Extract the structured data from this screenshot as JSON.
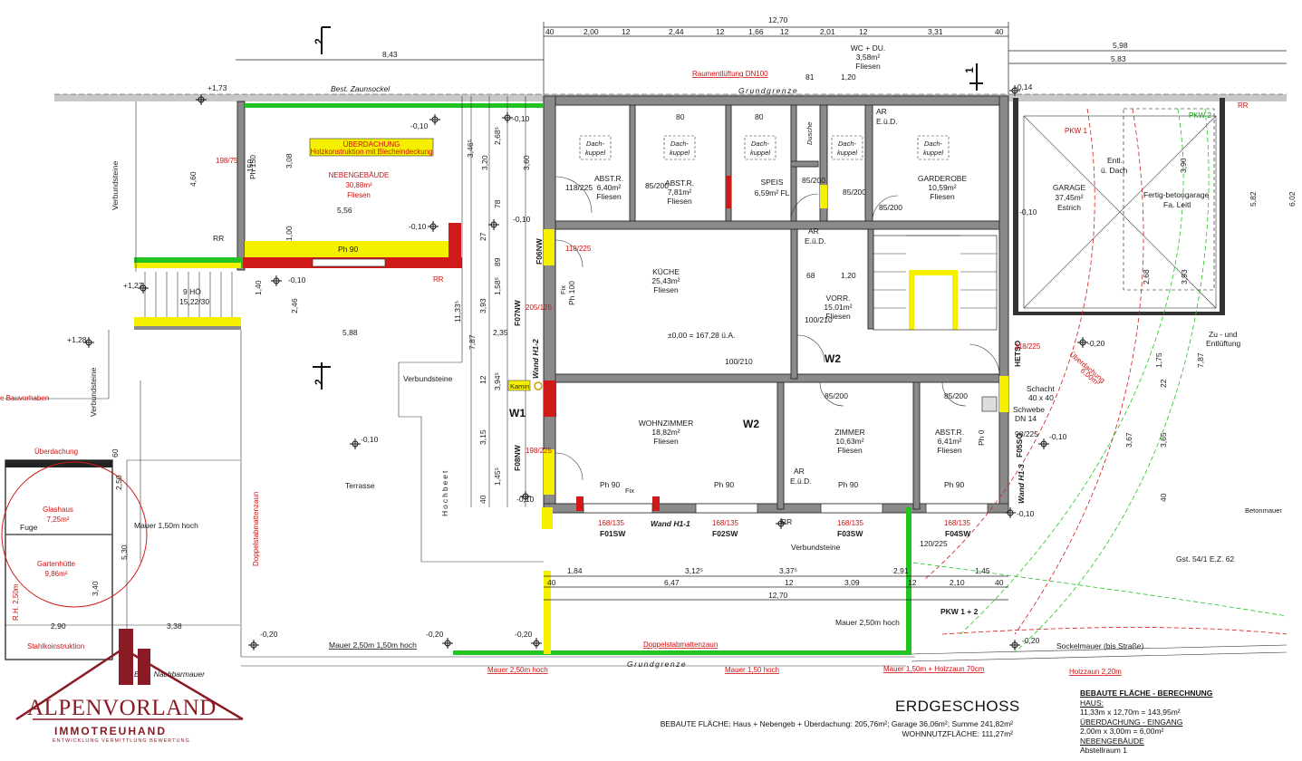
{
  "floor": {
    "title": "ERDGESCHOSS",
    "bebaute_flaeche": "BEBAUTE FLÄCHE: Haus + Nebengeb + Überdachung: 205,76m²; Garage 36,06m²; Summe 241,82m²",
    "wohnnutzflaeche": "WOHNNUTZFLÄCHE: 111,27m²"
  },
  "calculation": {
    "heading": "BEBAUTE FLÄCHE - BERECHNUNG",
    "haus_label": "HAUS:",
    "haus_value": "11,33m x 12,70m = 143,95m²",
    "ueberdachung_label": "ÜBERDACHUNG - EINGANG",
    "ueberdachung_value": "2,00m x 3,00m = 6,00m²",
    "nebengebaeude_label": "NEBENGEBÄUDE",
    "abstellraum_label": "Abstellraum 1"
  },
  "logo": {
    "name": "ALPENVORLAND",
    "sub": "IMMOTREUHAND",
    "tagline": "ENTWICKLUNG VERMITTLUNG BEWERTUNG"
  },
  "rooms": {
    "wc": [
      "WC + DU.",
      "3,58m²",
      "Fliesen"
    ],
    "abst1": [
      "ABST.R.",
      "6,40m²",
      "Fliesen"
    ],
    "abst2": [
      "ABST.R.",
      "7,81m²",
      "Fliesen"
    ],
    "speis": [
      "SPEIS",
      "6,59m²  FL"
    ],
    "garderobe": [
      "GARDEROBE",
      "10,59m²",
      "Fliesen"
    ],
    "kueche": [
      "KÜCHE",
      "25,43m²",
      "Fliesen"
    ],
    "vorr": [
      "VORR.",
      "15,01m²",
      "Fliesen"
    ],
    "wohnzimmer": [
      "WOHNZIMMER",
      "18,82m²",
      "Fliesen"
    ],
    "zimmer": [
      "ZIMMER",
      "10,63m²",
      "Fliesen"
    ],
    "abst3": [
      "ABST.R.",
      "6,41m²",
      "Fliesen"
    ],
    "garage": [
      "GARAGE",
      "37,45m²",
      "Estrich"
    ],
    "nebengebaeude": [
      "NEBENGEBÄUDE",
      "30,88m²",
      "Fliesen"
    ],
    "glashaus": [
      "Glashaus",
      "7,25m²"
    ],
    "gartenhuette": [
      "Gartenhütte",
      "9,86m²"
    ]
  },
  "labels": {
    "dachkuppel": "Dach-",
    "dachkuppel2": "kuppel",
    "dusche": "Dusche",
    "ueberdachung_box1": "ÜBERDACHUNG",
    "ueberdachung_box2": "Holzkonstruktion mit Blecheindeckung",
    "best_zaunsockel": "Best. Zaunsockel",
    "grundgrenze": "Grundgrenze",
    "raumentlueftung": "Raumentlüftung DN100",
    "verbundsteine": "Verbundsteine",
    "terrasse": "Terrasse",
    "hochbeet": "Hochbeet",
    "kamin": "Kamin",
    "height": "±0,00 = 167,28 ü.A.",
    "stairs": "9 HÖ",
    "stairs2": "15,22/30",
    "w1": "W1",
    "w2": "W2",
    "w2b": "W2",
    "wand_h1_1": "Wand H1-1",
    "wand_h1_2": "Wand H1-2",
    "wand_h1_3": "Wand H1-3",
    "hetso": "HETSO",
    "ueberdachung_r": "Überdachung",
    "ueberdachung_r2": "6,00m²",
    "schacht": "Schacht",
    "schacht2": "40 x 40",
    "schwebe": "Schwebe",
    "schwebe2": "DN 14",
    "pkw1": "PKW 1",
    "pkw2": "PKW 2",
    "pkw12": "PKW 1 + 2",
    "entl": "Entl.",
    "entl2": "ü. Dach",
    "fertig": "Fertig-betongarage",
    "fertig2": "Fa. Leitl",
    "zu_entl": "Zu - und",
    "zu_entl2": "Entlüftung",
    "gst": "Gst. 54/1   E.Z. 62",
    "betonmauer": "Betonmauer",
    "sockelmauer": "Sockelmauer (bis Straße)",
    "holzzaun": "Holzzaun 2,20m",
    "mauer_250_h": "Mauer 2,50m hoch",
    "mauer_250": "Mauer 2,50m",
    "mauer_150_h": "Mauer 1,50 hoch",
    "mauer_150_holz": "Mauer 1,50m + Holzzaun 70cm",
    "mauer_150_l": "Mauer 1,50m hoch",
    "mauer_250_line": "Mauer 2,50m 1,50m hoch",
    "doppelstab": "Doppelstabmattenzaun",
    "doppelstab_v": "Doppelstabmattenzaun",
    "best_nachbarmauer": "Best. Nachbarmauer",
    "bauvorhaben": "e Bauvorhaben",
    "ueberdachung_glas": "Überdachung",
    "fuge": "Fuge",
    "stahlkoinstruktion": "Stahlkoinstruktion",
    "rh": "R.H. 2,50m",
    "ar": "AR",
    "eud": "E.ü.D.",
    "rr": "RR",
    "fix": "Fix",
    "fl": "FL",
    "fliesen": "Fliesen"
  },
  "windows": {
    "f01": "F01SW",
    "f02": "F02SW",
    "f03": "F03SW",
    "f04": "F04SW",
    "f05": "F05SO",
    "f06": "F06NW",
    "f07": "F07NW",
    "f08": "F08NW"
  },
  "dimensions": {
    "top_total": "12,70",
    "top": [
      "40",
      "2,00",
      "12",
      "2,44",
      "12",
      "1,66",
      "12",
      "2,01",
      "12",
      "3,31",
      "40"
    ],
    "top_left": "8,43",
    "right_top": "5,98",
    "right_top2": "5,83",
    "bottom_a": [
      "1,84",
      "3,12⁵",
      "3,37⁵",
      "2,91",
      "1,45"
    ],
    "bottom_b": [
      "40",
      "6,47",
      "12",
      "3,09",
      "12",
      "2,10",
      "40"
    ],
    "bottom_total": "12,70",
    "left_v": [
      "4,60",
      "3,08",
      "1,00",
      "1,40",
      "2,46"
    ],
    "mid_left": [
      "5,56",
      "5,88",
      "2,35"
    ],
    "gartenhuette": [
      "2,50",
      "5,30",
      "3,40",
      "2,90",
      "3,38",
      "60"
    ],
    "levels": [
      "+1,73",
      "+1,27",
      "+1,28",
      "-0,10",
      "-0,10",
      "-0,10",
      "-0,10",
      "-0,10",
      "-0,14",
      "-0,20",
      "-0,20",
      "-0,20",
      "-0,20",
      "-0,20"
    ],
    "vert_right": [
      "3,90",
      "5,82",
      "6,02",
      "2,68",
      "3,93",
      "7,87",
      "1,75",
      "3,65",
      "3,67",
      "40",
      "22"
    ],
    "vert_mid": [
      "11,33⁵",
      "3,93",
      "7,87",
      "3,15",
      "3,94⁵",
      "1,58⁵",
      "3,20",
      "3,46⁵",
      "2,68⁵",
      "3,60",
      "1,45⁵",
      "40",
      "12",
      "89",
      "78",
      "27"
    ]
  },
  "openings": {
    "door_pairs": [
      "118/225",
      "85/200",
      "85/200",
      "85/200",
      "85/200",
      "118/225",
      "205/125",
      "198/225",
      "198/75",
      "118/225",
      "85/200",
      "85/200",
      "120/225",
      "98/225",
      "100/210",
      "100/210",
      "68",
      "1,20",
      "81",
      "1,20",
      "80",
      "80",
      "150",
      "60"
    ],
    "window_heights": [
      "168/135",
      "168/135",
      "168/135",
      "168/135"
    ],
    "ph": [
      "Ph 90",
      "Ph 90",
      "Ph 90",
      "Ph 90",
      "Ph 90",
      "Ph 90",
      "Ph 100",
      "Ph 0",
      "Ph 150"
    ]
  },
  "colors": {
    "wall_fill": "#8a8a8a",
    "highlight_yellow": "#f4f000",
    "highlight_green": "#22c422",
    "highlight_red": "#e01010",
    "logo": "#8a1a24"
  }
}
